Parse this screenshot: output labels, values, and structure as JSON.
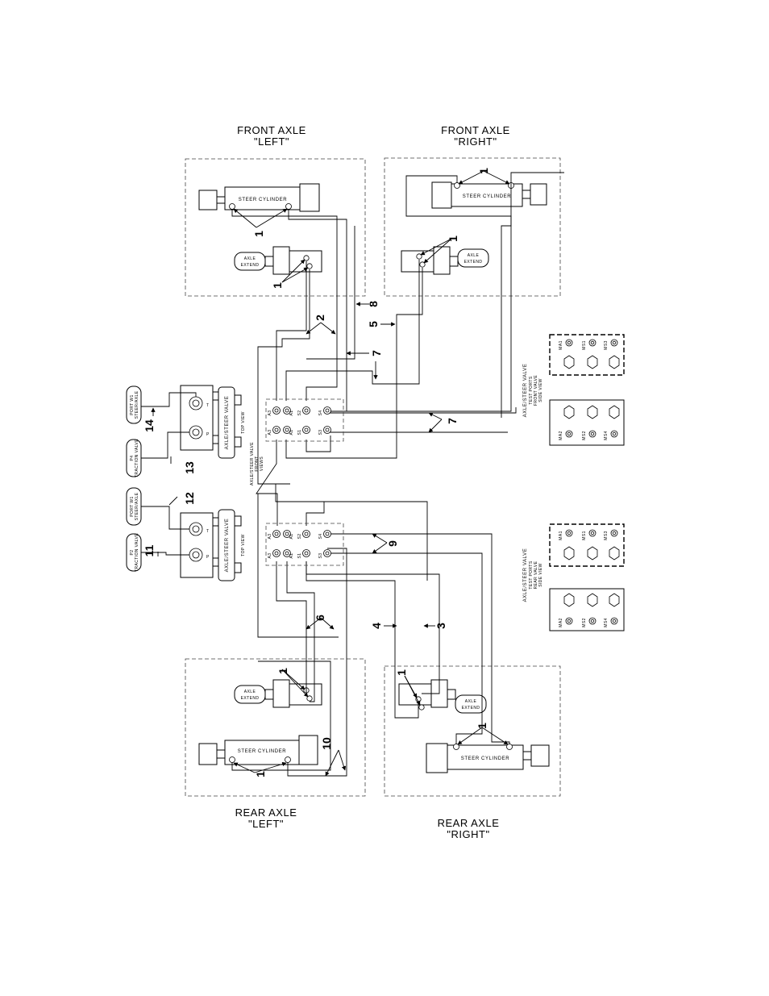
{
  "titles": {
    "front_left_1": "FRONT  AXLE",
    "front_left_2": "\"LEFT\"",
    "front_right_1": "FRONT  AXLE",
    "front_right_2": "\"RIGHT\"",
    "rear_left_1": "REAR  AXLE",
    "rear_left_2": "\"LEFT\"",
    "rear_right_1": "REAR  AXLE",
    "rear_right_2": "\"RIGHT\""
  },
  "components": {
    "steer_cylinder": "STEER CYLINDER",
    "axle": "AXLE",
    "extend": "EXTEND",
    "valve_side_front_1": "AXLE/STEER VALVE",
    "valve_side_front_2": "TEST PORTS",
    "valve_side_front_3": "FRONT VALVE",
    "valve_side_front_4": "SIDE VIEW",
    "valve_side_rear_1": "AXLE/STEER VALVE",
    "valve_side_rear_2": "TEST PORTS",
    "valve_side_rear_3": "REAR VALVE",
    "valve_side_rear_4": "SIDE VIEW",
    "valve_front_view_1": "AXLE/STEER VALVE",
    "valve_front_view_2": "FRONT",
    "valve_front_view_3": "VIEWS",
    "valve_top_view_1": "AXLE/STEER VALVE",
    "valve_top_view_2": "TOP VIEW",
    "port_w1_1": "PORT W1",
    "port_w1_2": "STEER/AXLE",
    "p4_traction_1": "P4",
    "p4_traction_2": "TRACTION VALVE",
    "p2_traction_1": "P2",
    "p2_traction_2": "TRACTION VALVE",
    "port_t": "T",
    "port_p": "P"
  },
  "ports": {
    "manifold_top": [
      "A3",
      "A1",
      "S2",
      "S4"
    ],
    "manifold_bottom": [
      "A3",
      "A1",
      "S1",
      "S3"
    ],
    "test_upper": [
      "MA1",
      "MS1",
      "MS3"
    ],
    "test_lower": [
      "MA2",
      "MS2",
      "MS4"
    ]
  },
  "callouts": {
    "c1": "1",
    "c2": "2",
    "c3": "3",
    "c4": "4",
    "c5": "5",
    "c6": "6",
    "c7": "7",
    "c8": "8",
    "c9": "9",
    "c10": "10",
    "c11": "11",
    "c12": "12",
    "c13": "13",
    "c14": "14"
  }
}
